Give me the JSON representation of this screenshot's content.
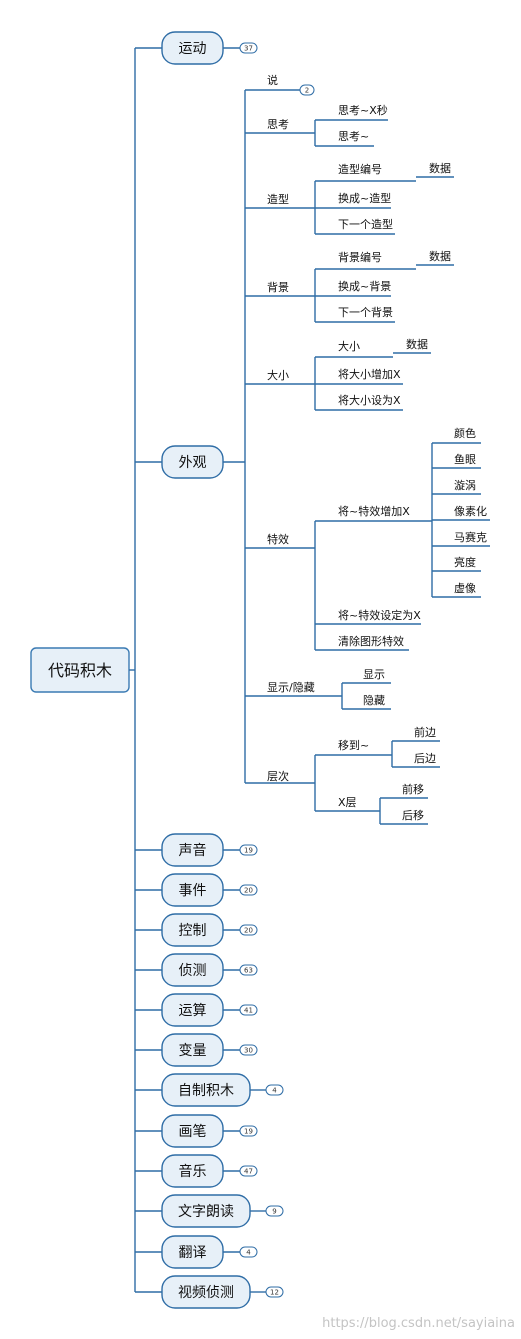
{
  "root": "代码积木",
  "categories": [
    {
      "label": "运动",
      "count": "37"
    },
    {
      "label": "外观",
      "count": ""
    },
    {
      "label": "声音",
      "count": "19"
    },
    {
      "label": "事件",
      "count": "20"
    },
    {
      "label": "控制",
      "count": "20"
    },
    {
      "label": "侦测",
      "count": "63"
    },
    {
      "label": "运算",
      "count": "41"
    },
    {
      "label": "变量",
      "count": "30"
    },
    {
      "label": "自制积木",
      "count": "4"
    },
    {
      "label": "画笔",
      "count": "19"
    },
    {
      "label": "音乐",
      "count": "47"
    },
    {
      "label": "文字朗读",
      "count": "9"
    },
    {
      "label": "翻译",
      "count": "4"
    },
    {
      "label": "视频侦测",
      "count": "12"
    }
  ],
  "looks": {
    "say": {
      "label": "说",
      "count": "2"
    },
    "think": {
      "label": "思考",
      "items": [
        "思考~X秒",
        "思考~"
      ]
    },
    "costume": {
      "label": "造型",
      "items": [
        "造型编号",
        "换成~造型",
        "下一个造型"
      ],
      "data_label": "数据"
    },
    "backdrop": {
      "label": "背景",
      "items": [
        "背景编号",
        "换成~背景",
        "下一个背景"
      ],
      "data_label": "数据"
    },
    "size": {
      "label": "大小",
      "items": [
        "大小",
        "将大小增加X",
        "将大小设为X"
      ],
      "data_label": "数据"
    },
    "effects": {
      "label": "特效",
      "change": "将~特效增加X",
      "effect_list": [
        "颜色",
        "鱼眼",
        "漩涡",
        "像素化",
        "马赛克",
        "亮度",
        "虚像"
      ],
      "set": "将~特效设定为X",
      "clear": "清除图形特效"
    },
    "show_hide": {
      "label": "显示/隐藏",
      "items": [
        "显示",
        "隐藏"
      ]
    },
    "layer": {
      "label": "层次",
      "goto": {
        "label": "移到~",
        "items": [
          "前边",
          "后边"
        ]
      },
      "xlayer": {
        "label": "X层",
        "items": [
          "前移",
          "后移"
        ]
      }
    }
  },
  "watermark": "https://blog.csdn.net/sayiaina",
  "colors": {
    "line": "#2f6da6",
    "box_fill": "#e7f0f8",
    "text": "#111111",
    "watermark": "#c4c4c4"
  }
}
